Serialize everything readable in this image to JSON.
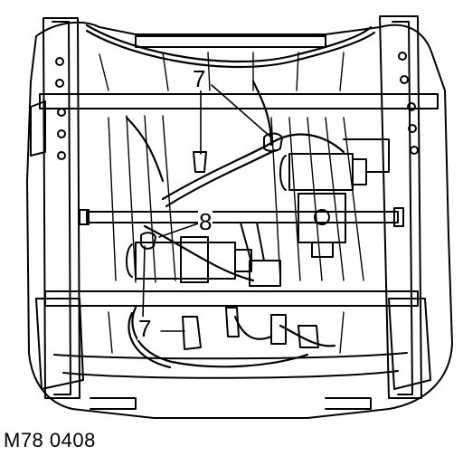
{
  "diagram": {
    "callouts": [
      {
        "id": "callout-7-top",
        "text": "7"
      },
      {
        "id": "callout-8",
        "text": "8"
      },
      {
        "id": "callout-7-bottom",
        "text": "7"
      }
    ],
    "figure_code": "M78 0408"
  }
}
